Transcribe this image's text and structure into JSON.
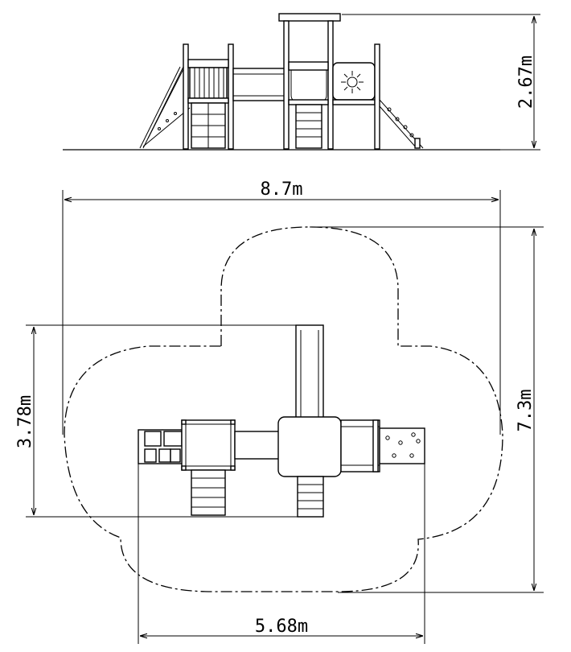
{
  "dimensions": {
    "height": "2.67m",
    "total_width": "8.7m",
    "total_depth": "7.3m",
    "equipment_depth": "3.78m",
    "equipment_width": "5.68m"
  }
}
